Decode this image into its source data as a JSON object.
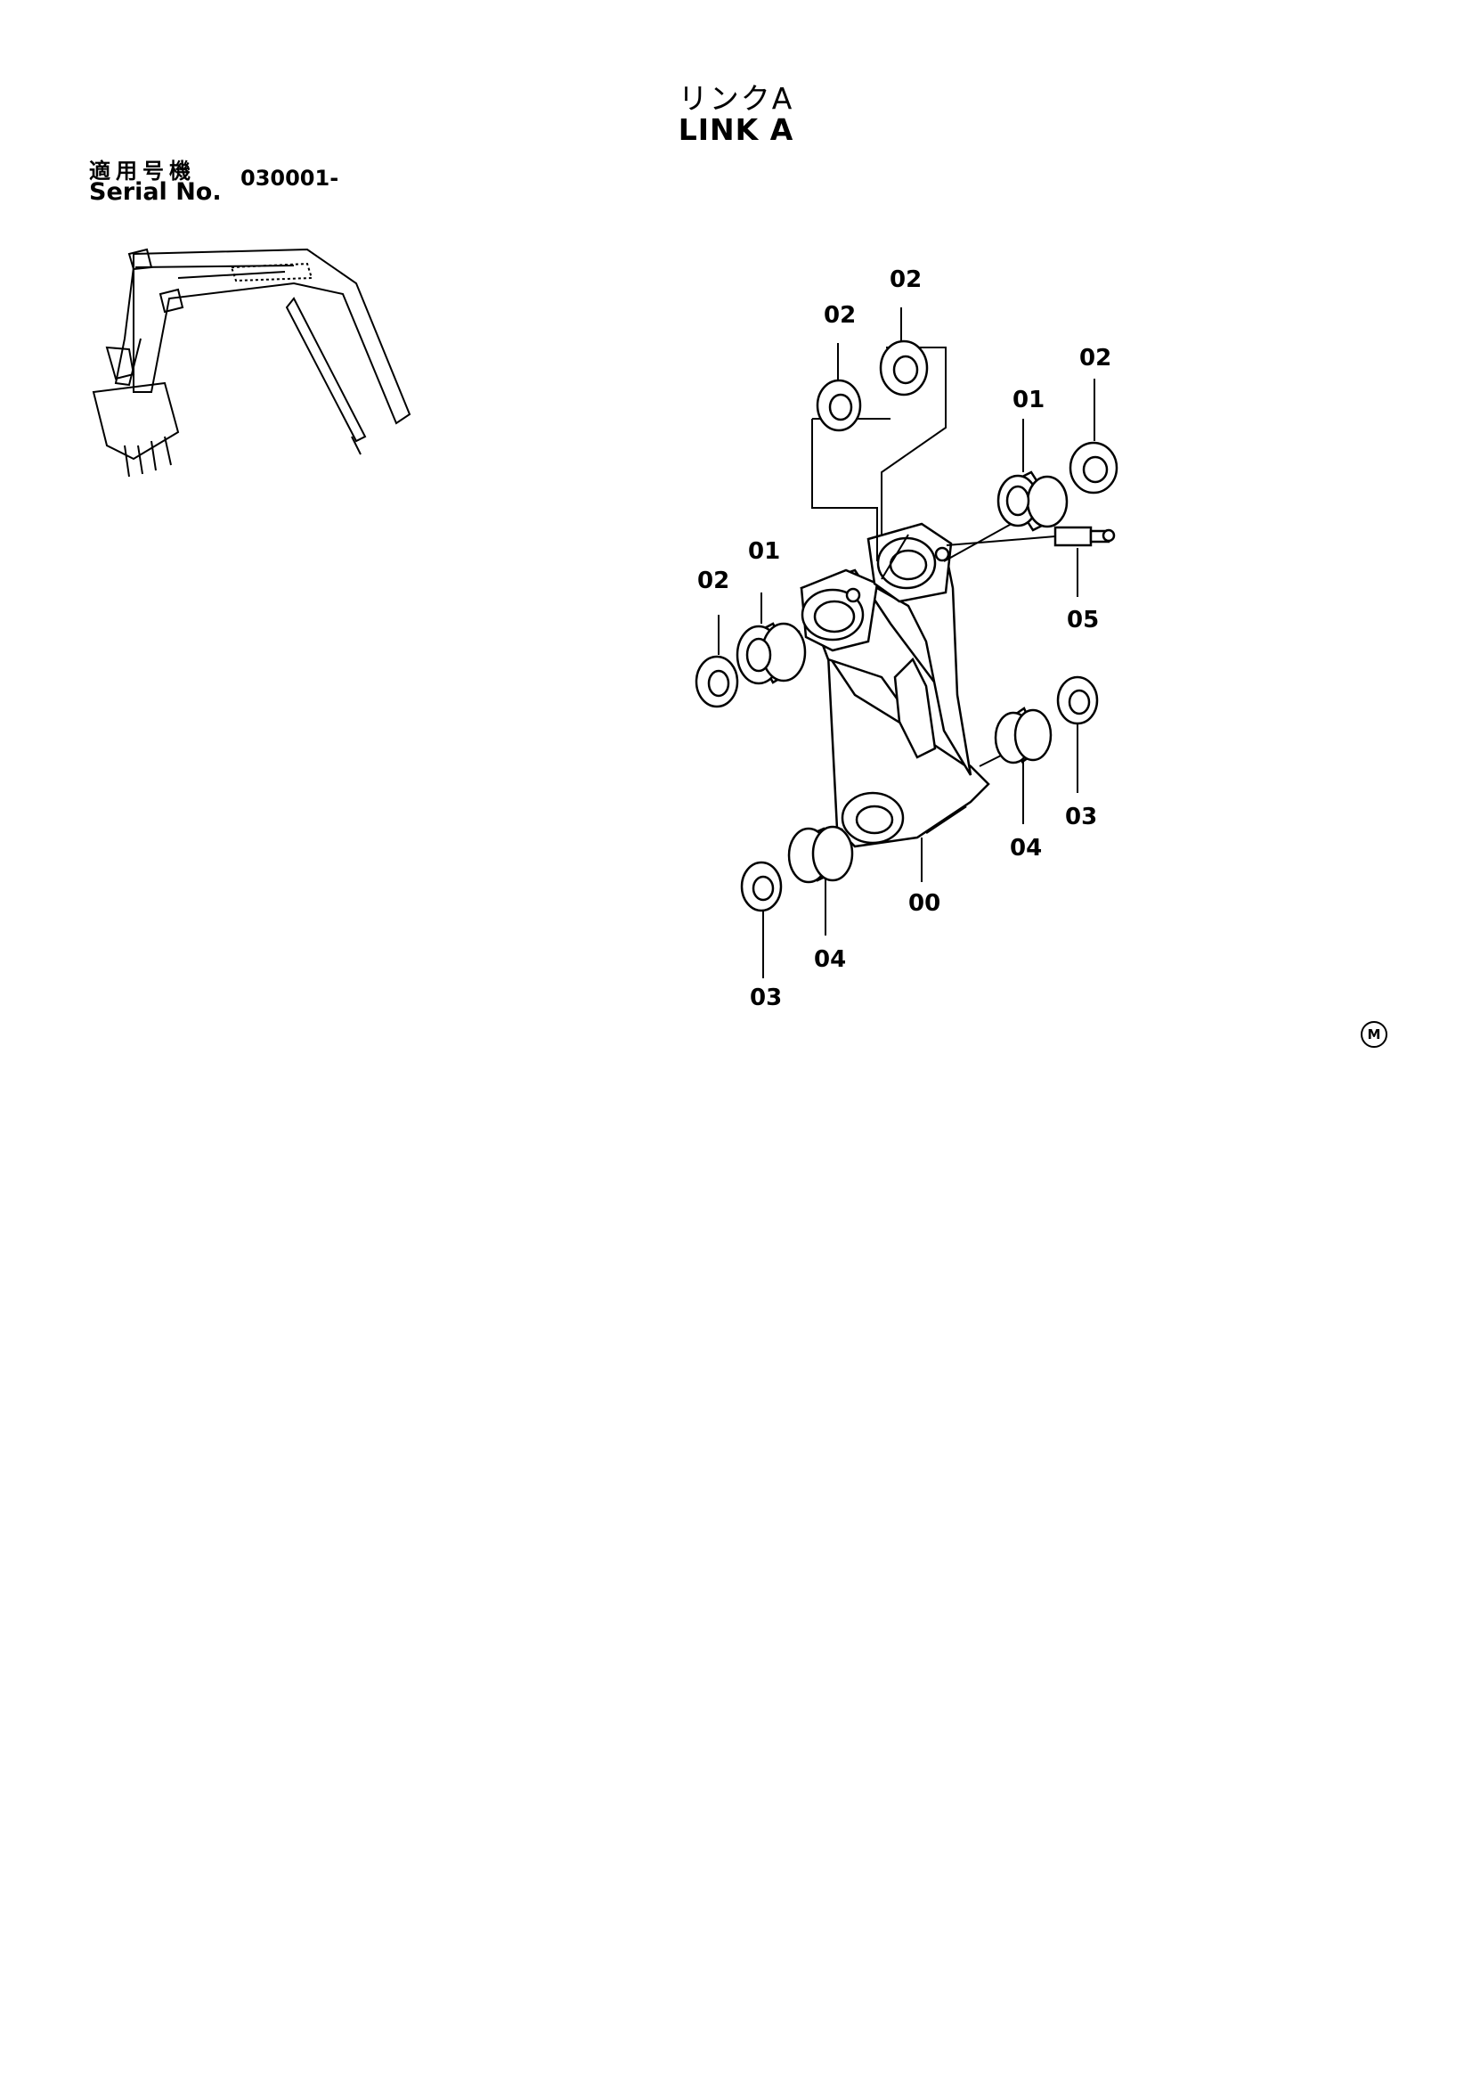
{
  "header": {
    "title_jp": "リンクA",
    "title_en": "LINK A"
  },
  "applicability": {
    "label_jp": "適用号機",
    "label_en": "Serial No.",
    "serial_value": "030001-"
  },
  "diagram": {
    "part_labels": [
      "02",
      "02",
      "02",
      "01",
      "01",
      "02",
      "05",
      "03",
      "04",
      "00",
      "04",
      "03"
    ],
    "mark": "M"
  }
}
